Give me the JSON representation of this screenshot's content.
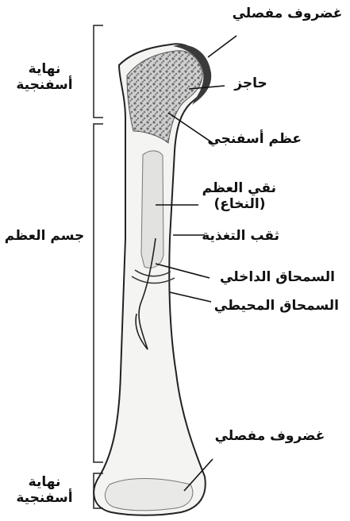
{
  "labels": {
    "articular_cartilage_top": "غضروف مفصلي",
    "septum": "حاجز",
    "spongy_bone": "عظم أسفنجي",
    "marrow_line1": "نقي العظم",
    "marrow_line2": "(النخاع)",
    "nutrient_foramen": "ثقب التغذية",
    "endosteum": "السمحاق الداخلي",
    "periosteum": "السمحاق المحيطي",
    "articular_cartilage_bottom": "غضروف مفصلي",
    "spongy_end_top_line1": "نهاية",
    "spongy_end_top_line2": "أسفنجية",
    "bone_body": "جسم العظم",
    "spongy_end_bottom_line1": "نهاية",
    "spongy_end_bottom_line2": "أسفنجية"
  },
  "colors": {
    "ink": "#111111",
    "bone_fill": "#f4f4f2",
    "spongy": "#8a8a8a",
    "cartilage": "#3a3a3a"
  }
}
